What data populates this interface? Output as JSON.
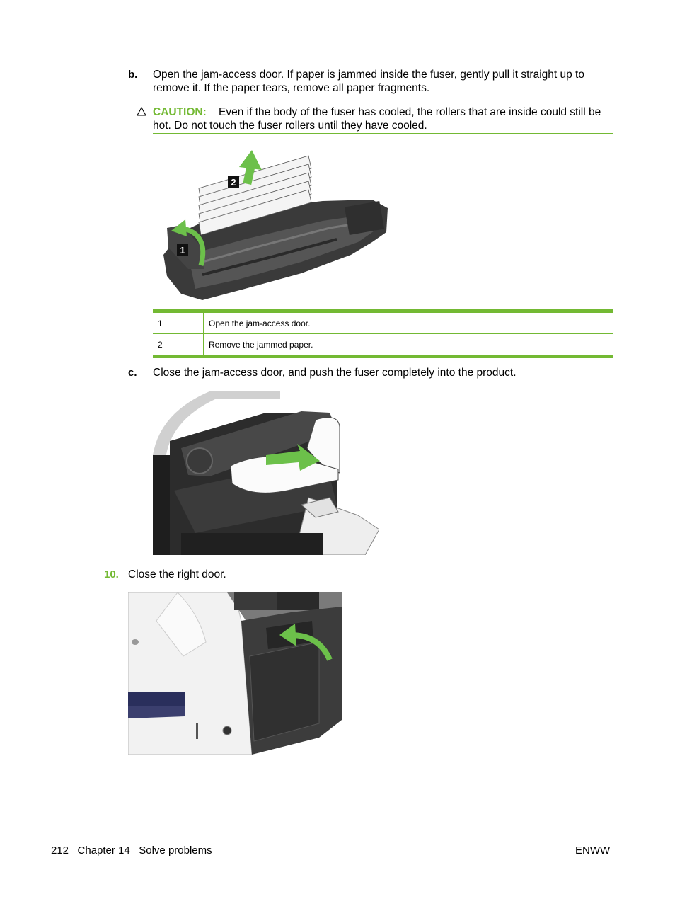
{
  "step_b": {
    "marker": "b.",
    "text": "Open the jam-access door. If paper is jammed inside the fuser, gently pull it straight up to remove it. If the paper tears, remove all paper fragments."
  },
  "caution": {
    "icon": "warning-triangle-icon",
    "label": "CAUTION:",
    "text": "Even if the body of the fuser has cooled, the rollers that are inside could still be hot. Do not touch the fuser rollers until they have cooled."
  },
  "figure1": {
    "callouts": [
      "1",
      "2"
    ]
  },
  "callout_table": {
    "rows": [
      {
        "num": "1",
        "desc": "Open the jam-access door."
      },
      {
        "num": "2",
        "desc": "Remove the jammed paper."
      }
    ]
  },
  "step_c": {
    "marker": "c.",
    "text": "Close the jam-access door, and push the fuser completely into the product."
  },
  "step_10": {
    "marker": "10.",
    "text": "Close the right door."
  },
  "footer": {
    "left": "212   Chapter 14   Solve problems",
    "right": "ENWW"
  },
  "colors": {
    "accent": "#73b933",
    "arrow": "#6cc04a"
  }
}
